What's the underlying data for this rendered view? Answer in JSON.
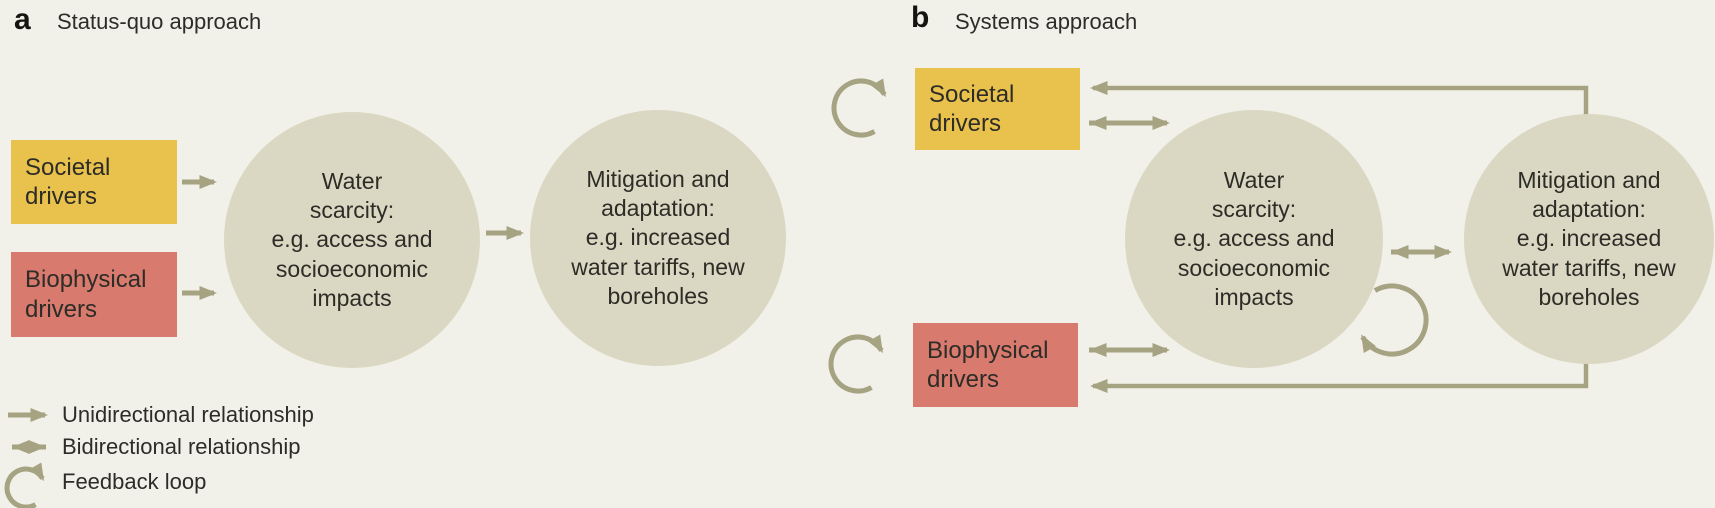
{
  "colors": {
    "background": "#f2f1e9",
    "box_yellow": "#e9c24d",
    "box_red": "#d87a6e",
    "circle_fill": "#dad8c2",
    "arrow": "#a5a381",
    "text": "#2d2c27"
  },
  "panel_a": {
    "letter": "a",
    "title": "Status-quo approach",
    "societal_box": "Societal\ndrivers",
    "biophysical_box": "Biophysical\ndrivers",
    "water_scarcity_circle": "Water\nscarcity:\ne.g. access and\nsocioeconomic\nimpacts",
    "mitigation_circle": "Mitigation and\nadaptation:\ne.g. increased\nwater tariffs, new\nboreholes"
  },
  "panel_b": {
    "letter": "b",
    "title": "Systems approach",
    "societal_box": "Societal\ndrivers",
    "biophysical_box": "Biophysical\ndrivers",
    "water_scarcity_circle": "Water\nscarcity:\ne.g. access and\nsocioeconomic\nimpacts",
    "mitigation_circle": "Mitigation and\nadaptation:\ne.g. increased\nwater tariffs, new\nboreholes"
  },
  "legend": {
    "items": [
      {
        "icon": "unidirectional-arrow-icon",
        "label": "Unidirectional relationship"
      },
      {
        "icon": "bidirectional-arrow-icon",
        "label": "Bidirectional relationship"
      },
      {
        "icon": "feedback-loop-icon",
        "label": "Feedback loop"
      }
    ]
  }
}
